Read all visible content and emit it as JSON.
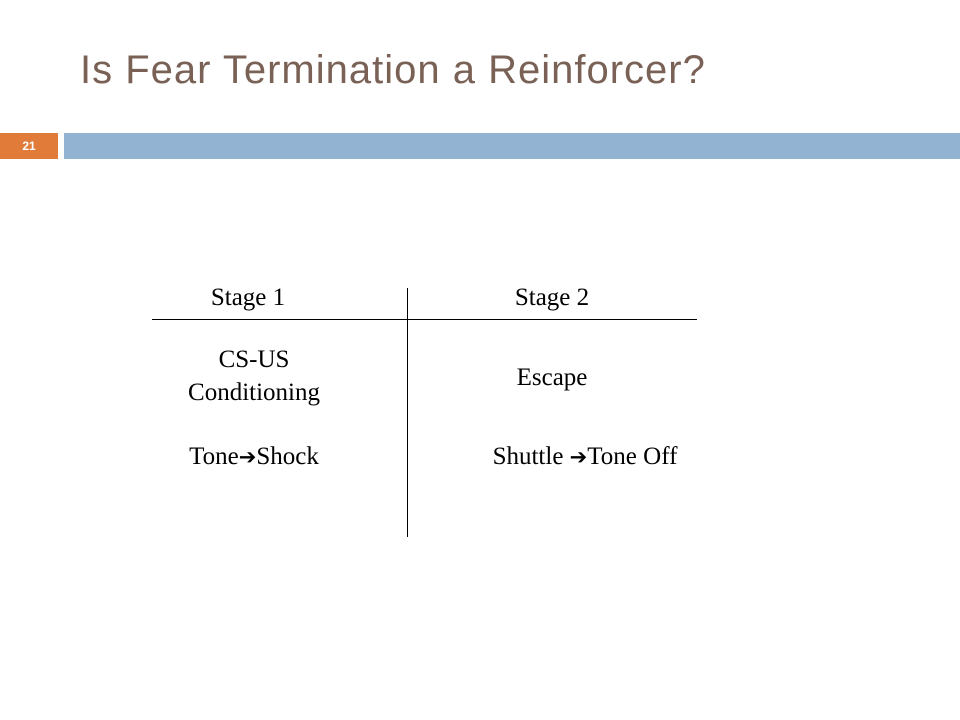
{
  "slide": {
    "title": "Is Fear Termination a Reinforcer?",
    "number": "21"
  },
  "table": {
    "headers": [
      "Stage 1",
      "Stage 2"
    ],
    "stage1": {
      "procedure_line1": "CS-US",
      "procedure_line2": "Conditioning",
      "pairing_left": "Tone",
      "pairing_right": "Shock"
    },
    "stage2": {
      "procedure": "Escape",
      "pairing_left": "Shuttle ",
      "pairing_right": "Tone Off"
    },
    "arrow_icon": "arrow-right-icon"
  }
}
